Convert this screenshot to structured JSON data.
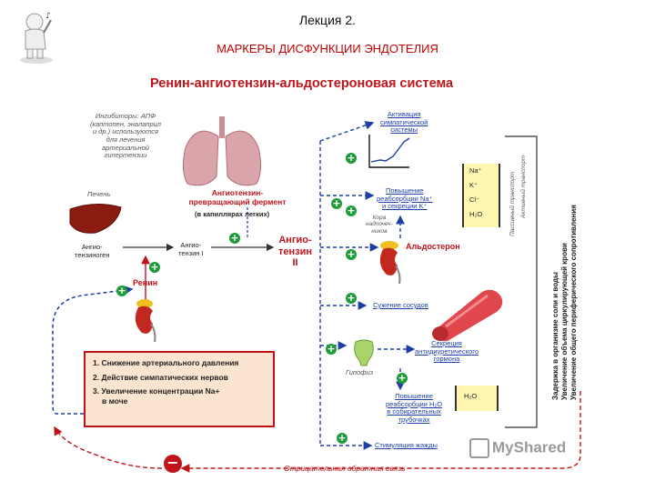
{
  "header": {
    "lecture": "Лекция 2.",
    "title": "МАРКЕРЫ ДИСФУНКЦИИ ЭНДОТЕЛИЯ"
  },
  "diagram": {
    "title": "Ренин-ангиотензин-альдостероновая система",
    "ace_inhibitors": [
      "Ингибиторы: АПФ",
      "(каптопен, эналаприл",
      "и др.) используются",
      "для лечения",
      "артериальной",
      "гипертензии"
    ],
    "liver": "Печень",
    "angiotensinogen": [
      "Ангио-",
      "тензиноген"
    ],
    "angiotensin1": [
      "Ангио-",
      "тензин I"
    ],
    "ace": [
      "Ангиотензин-",
      "превращающий фермент"
    ],
    "ace_sub": "(в капиллярах легких)",
    "angiotensin2": [
      "Ангио-",
      "тензин",
      "II"
    ],
    "renin": "Ренин",
    "symp_activation": [
      "Активация",
      "симпатической",
      "системы"
    ],
    "na_reabsorption": [
      "Повышение",
      "реабсорбции Na⁺",
      "и секреции K⁺"
    ],
    "adrenal_cortex": [
      "Кора",
      "надпочеч-",
      "ников"
    ],
    "aldosterone": "Альдостерон",
    "ions": [
      "Na⁺",
      "K⁺",
      "Cl⁻",
      "H₂O"
    ],
    "tubular_label": [
      "Пассивный",
      "транспорт",
      "Активный",
      "транспорт"
    ],
    "vasoconstriction": "Сужение сосудов",
    "pituitary": "Гипофиз",
    "adh": [
      "Секреция",
      "антидиуретического",
      "гормона"
    ],
    "water_reabsorption": [
      "Повышение",
      "реабсорбции H₂O",
      "в собирательных",
      "трубочках"
    ],
    "water": "H₂O",
    "thirst": "Стимуляция жажды",
    "retention": [
      "Задержка в организме соли и воды",
      "Увеличение объема циркулирующей крови",
      "Увеличение общего периферического сопротивления"
    ],
    "triggers": [
      "1. Снижение артериального давления",
      "2. Действие симпатических нервов",
      "3. Увеличение концентрации Na+",
      "    в моче"
    ],
    "feedback": "Отрицательная обратная связь",
    "plus_sign": "+",
    "minus_sign": "−",
    "watermark": "MyShared"
  },
  "colors": {
    "red": "#c0141b",
    "blue": "#1d3fa6",
    "green": "#1f9a3a",
    "box_fill": "#fbe4d0"
  }
}
